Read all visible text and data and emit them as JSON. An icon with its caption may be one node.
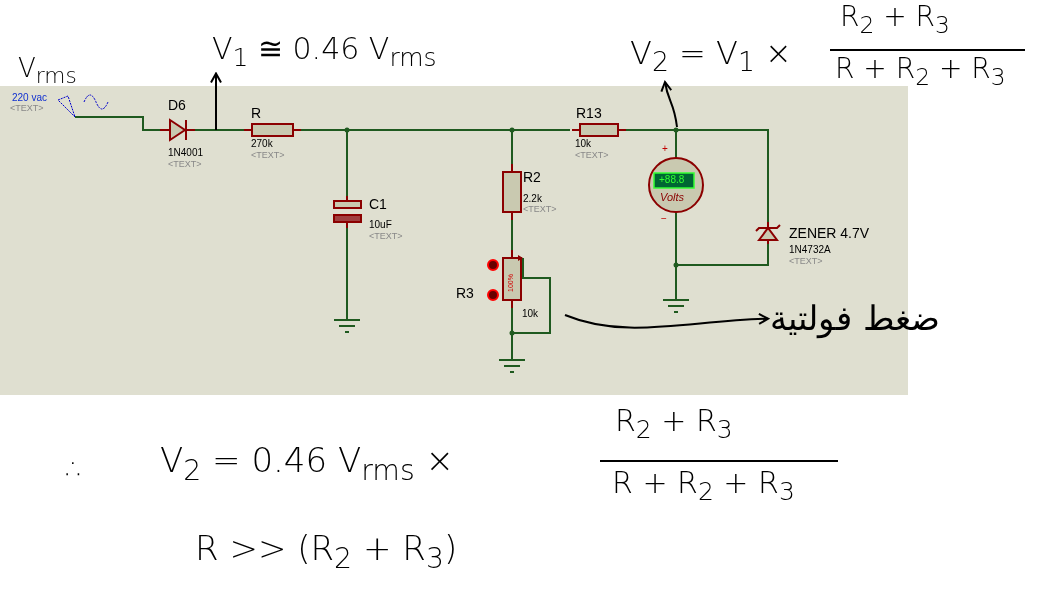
{
  "diagram": {
    "nodes": [
      {
        "text": [
          "V$_{1}$ ≅ 0.46 V$_{rms}$"
        ]
      },
      {
        "text": [
          "V$_{2}$ = V$_{1}$ ×",
          "R$_{2}$ + R$_{3}$",
          "R + R$_{2}$ + R$_{3}$"
        ]
      },
      {
        "text": [
          "ضغط فولتية"
        ]
      }
    ],
    "edges": [
      {
        "from": null,
        "to": 0,
        "arrow": "to"
      },
      {
        "from": null,
        "to": 1,
        "arrow": "to"
      },
      {
        "from": null,
        "to": 2,
        "arrow": "to"
      }
    ],
    "labels": [
      "V$_{rms}$",
      "220 vac",
      "<TEXT>",
      "D6",
      "1N4001",
      "<TEXT>",
      "R",
      "270k",
      "<TEXT>",
      "C1",
      "10uF",
      "<TEXT>",
      "R2",
      "2.2k",
      "<TEXT>",
      "100%",
      "R3",
      "10k",
      "R13",
      "10k",
      "<TEXT>",
      "+",
      "+88.8",
      "Volts",
      "−",
      "ZENER 4.7V",
      "1N4732A",
      "<TEXT>",
      "∴",
      "V$_{2}$ = 0.46 V$_{rms}$ ×",
      "R$_{2}$ + R$_{3}$",
      "R + R$_{2}$ + R$_{3}$",
      "R >> (R$_{2}$ + R$_{3}$)"
    ]
  }
}
